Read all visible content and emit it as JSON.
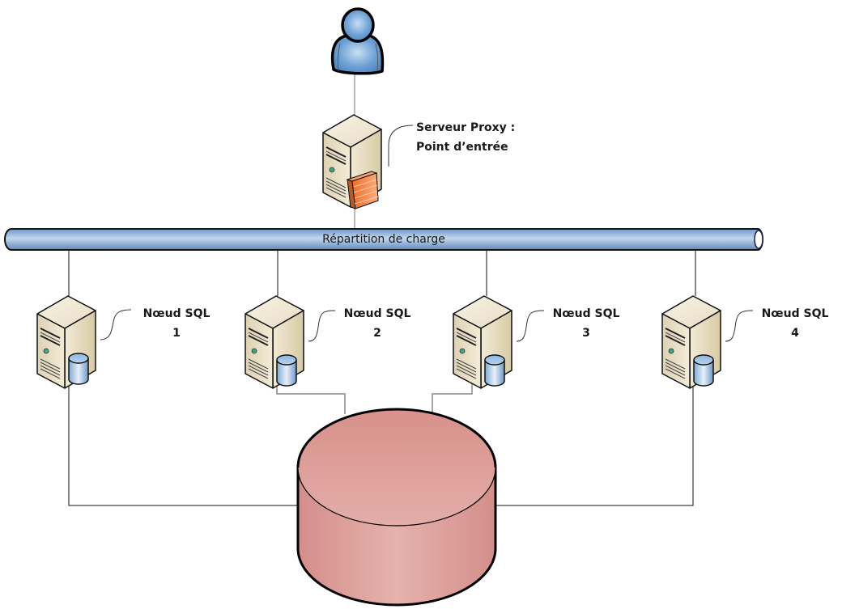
{
  "diagram": {
    "title": "SQL cluster with proxy load balancing",
    "user": {
      "icon": "user-icon"
    },
    "proxy": {
      "label_line1": "Serveur Proxy :",
      "label_line2": "Point d’entrée",
      "icon": "server-firewall-icon"
    },
    "bus": {
      "label": "Répartition de charge",
      "icon": "network-bus-icon"
    },
    "nodes": [
      {
        "label_line1": "Nœud SQL",
        "label_line2": "1",
        "icon": "database-server-icon"
      },
      {
        "label_line1": "Nœud SQL",
        "label_line2": "2",
        "icon": "database-server-icon"
      },
      {
        "label_line1": "Nœud SQL",
        "label_line2": "3",
        "icon": "database-server-icon"
      },
      {
        "label_line1": "Nœud SQL",
        "label_line2": "4",
        "icon": "database-server-icon"
      }
    ],
    "storage": {
      "icon": "shared-database-icon"
    },
    "edges": [
      {
        "from": "user",
        "to": "proxy"
      },
      {
        "from": "proxy",
        "to": "bus"
      },
      {
        "from": "bus",
        "to": "node-1"
      },
      {
        "from": "bus",
        "to": "node-2"
      },
      {
        "from": "bus",
        "to": "node-3"
      },
      {
        "from": "bus",
        "to": "node-4"
      },
      {
        "from": "node-1",
        "to": "storage"
      },
      {
        "from": "node-2",
        "to": "storage"
      },
      {
        "from": "node-3",
        "to": "storage"
      },
      {
        "from": "node-4",
        "to": "storage"
      }
    ],
    "colors": {
      "bus_fill": "#8fb3d9",
      "server_body": "#e9e0cc",
      "db_fill": "#d99590",
      "user_fill": "#6a9fd4",
      "firewall": "#f08a4b",
      "small_db": "#a9cbe8"
    }
  }
}
